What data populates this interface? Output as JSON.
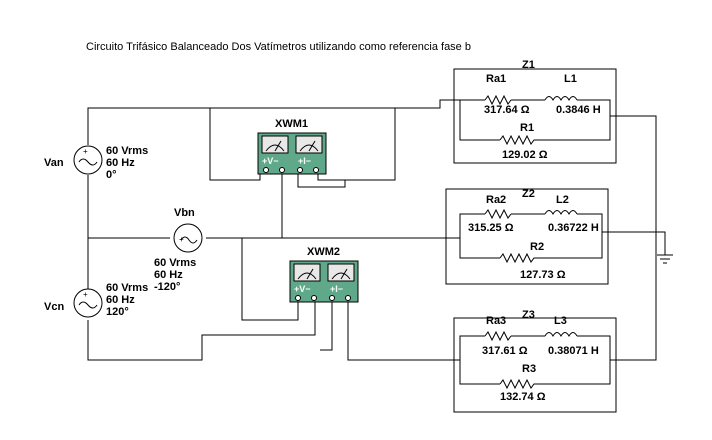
{
  "title": "Circuito Trifásico Balanceado Dos Vatímetros utilizando como referencia fase b",
  "sources": {
    "van": {
      "name": "Van",
      "voltage": "60 Vrms",
      "freq": "60 Hz",
      "phase": "0°"
    },
    "vbn": {
      "name": "Vbn",
      "voltage": "60 Vrms",
      "freq": "60 Hz",
      "phase": "-120°"
    },
    "vcn": {
      "name": "Vcn",
      "voltage": "60 Vrms",
      "freq": "60 Hz",
      "phase": "120°"
    }
  },
  "meters": {
    "xwm1": {
      "name": "XWM1",
      "v_sign": "+V−",
      "i_sign": "+I−"
    },
    "xwm2": {
      "name": "XWM2",
      "v_sign": "+V−",
      "i_sign": "+I−"
    }
  },
  "loads": {
    "z1": {
      "name": "Z1",
      "ra_name": "Ra1",
      "ra_value": "317.64 Ω",
      "l_name": "L1",
      "l_value": "0.3846 H",
      "r_name": "R1",
      "r_value": "129.02 Ω"
    },
    "z2": {
      "name": "Z2",
      "ra_name": "Ra2",
      "ra_value": "315.25 Ω",
      "l_name": "L2",
      "l_value": "0.36722 H",
      "r_name": "R2",
      "r_value": "127.73 Ω"
    },
    "z3": {
      "name": "Z3",
      "ra_name": "Ra3",
      "ra_value": "317.61 Ω",
      "l_name": "L3",
      "l_value": "0.38071 H",
      "r_name": "R3",
      "r_value": "132.74 Ω"
    }
  }
}
